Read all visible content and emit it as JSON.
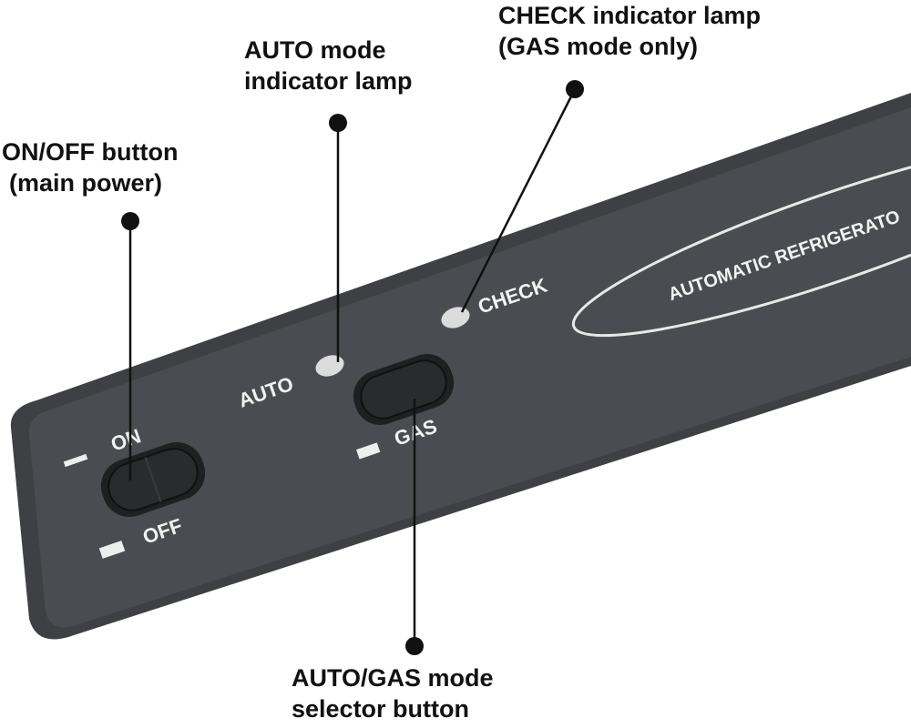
{
  "callouts": {
    "onoff": {
      "line1": "ON/OFF button",
      "line2": "(main power)"
    },
    "auto_lamp": {
      "line1": "AUTO mode",
      "line2": "indicator lamp"
    },
    "check_lamp": {
      "line1": "CHECK indicator lamp",
      "line2": "(GAS mode only)"
    },
    "selector": {
      "line1": "AUTO/GAS mode",
      "line2": "selector button"
    }
  },
  "panel": {
    "on_label": "ON",
    "off_label": "OFF",
    "auto_label": "AUTO",
    "gas_label": "GAS",
    "check_label": "CHECK",
    "brand_text": "AUTOMATIC REFRIGERATO"
  },
  "colors": {
    "panel": "#4a4c51",
    "lamp": "#dcdcdc",
    "callout": "#111111"
  }
}
